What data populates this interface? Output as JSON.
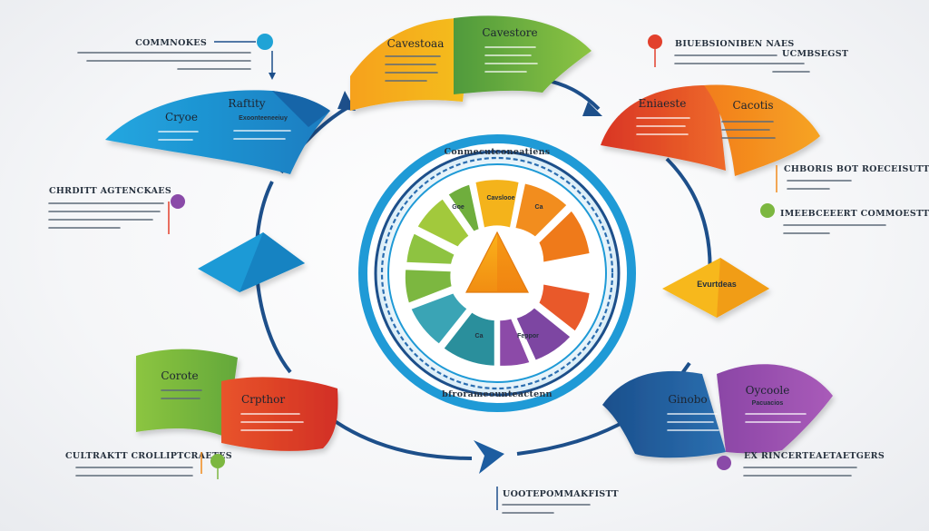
{
  "panels": {
    "top_orange": "Cavestoaa",
    "top_green": "Cavestore",
    "left_blue_title": "Raftity",
    "left_blue_name": "Cryoe",
    "left_blue_sub": "Exoonteeneeiuy",
    "right_red_name": "Eniaeste",
    "right_orange_name": "Cacotis",
    "bottom_left_green": "Corote",
    "bottom_left_red": "Crpthor",
    "bottom_right_blue": "Ginobo",
    "bottom_right_purple": "Oycoole",
    "bottom_right_purple_sub": "Pacuacios",
    "mid_right_diamond": "Evurtdeas"
  },
  "callouts": {
    "top_left": "COMMNOKES",
    "top_right_a": "BIUEBSIONIBEN NAES",
    "top_right_b": "UCMBSEGST",
    "left_mid": "CHRDITT AGTENCKAES",
    "right_mid_a": "CHBORIS BOT ROECEISUTT",
    "right_mid_b": "IMEEBCEEERT COMMOESTTE",
    "bottom_left": "CULTRAKTT CROLLIPTCRAETES",
    "bottom_right": "EX RINCERTEAETAETGERS",
    "bottom_center": "UOOTEPOMMAKFISTT"
  },
  "wheel": {
    "ring_top_text": "Conmecutconeatiens",
    "ring_bottom_text": "bfrorameounteactenn",
    "seg_center_top": "Cavslooe",
    "seg_left_top": "Goe",
    "seg_right_top": "Ca",
    "seg_bottom_center": "Ca",
    "seg_bottom_right": "Feppor"
  },
  "colors": {
    "blue": "#1f9ad6",
    "navy": "#1d4f8a",
    "orange": "#f08a1c",
    "yellow": "#f4b31b",
    "green": "#7cb740",
    "red": "#e0402c",
    "purple": "#8a4aa8",
    "teal": "#1aa9bd"
  }
}
